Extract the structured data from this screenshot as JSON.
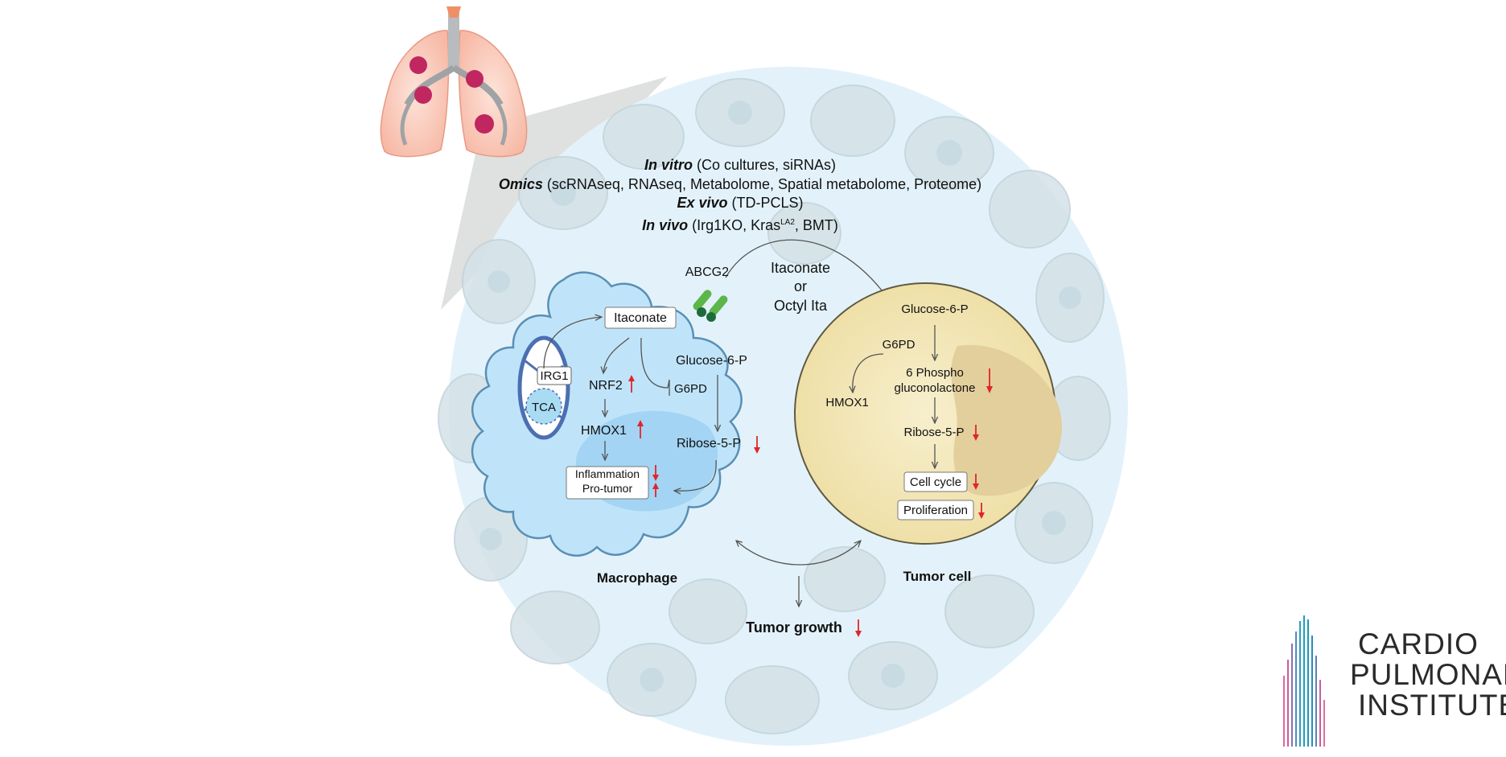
{
  "methods": {
    "line1_em": "In vitro",
    "line1_rest": " (Co cultures, siRNAs)",
    "line2_em": "Omics",
    "line2_rest": " (scRNAseq, RNAseq, Metabolome, Spatial metabolome, Proteome)",
    "line3_em": "Ex vivo",
    "line3_rest": " (TD-PCLS)",
    "line4_em": "In vivo",
    "line4_a": " (Irg1KO, Kras",
    "line4_sup": "LA2",
    "line4_b": ", BMT)"
  },
  "transporter": {
    "label": "ABCG2"
  },
  "itaconate_signal": {
    "l1": "Itaconate",
    "l2": "or",
    "l3": "Octyl Ita"
  },
  "macrophage": {
    "title": "Macrophage",
    "itaconate": "Itaconate",
    "irg1": "IRG1",
    "tca": "TCA",
    "nrf2": "NRF2",
    "hmox1": "HMOX1",
    "g6pd": "G6PD",
    "glucose6p": "Glucose-6-P",
    "ribose5p": "Ribose-5-P",
    "inflammation": "Inflammation",
    "protumor": "Pro-tumor"
  },
  "tumor": {
    "title": "Tumor cell",
    "glucose6p": "Glucose-6-P",
    "g6pd": "G6PD",
    "hmox1": "HMOX1",
    "phospho1": "6 Phospho",
    "phospho2": "gluconolactone",
    "ribose5p": "Ribose-5-P",
    "cellcycle": "Cell cycle",
    "proliferation": "Proliferation"
  },
  "outcome": {
    "label": "Tumor growth"
  },
  "logo": {
    "l1": "CARDIO",
    "l2": "PULMONARY",
    "l3": "INSTITUTE"
  },
  "colors": {
    "up_arrow": "#e0252b",
    "down_arrow": "#e0252b",
    "macrophage_fill": "#bfe4fa",
    "tumor_fill": "#f3e9be",
    "tissue_circle": "#e3f2fa"
  }
}
